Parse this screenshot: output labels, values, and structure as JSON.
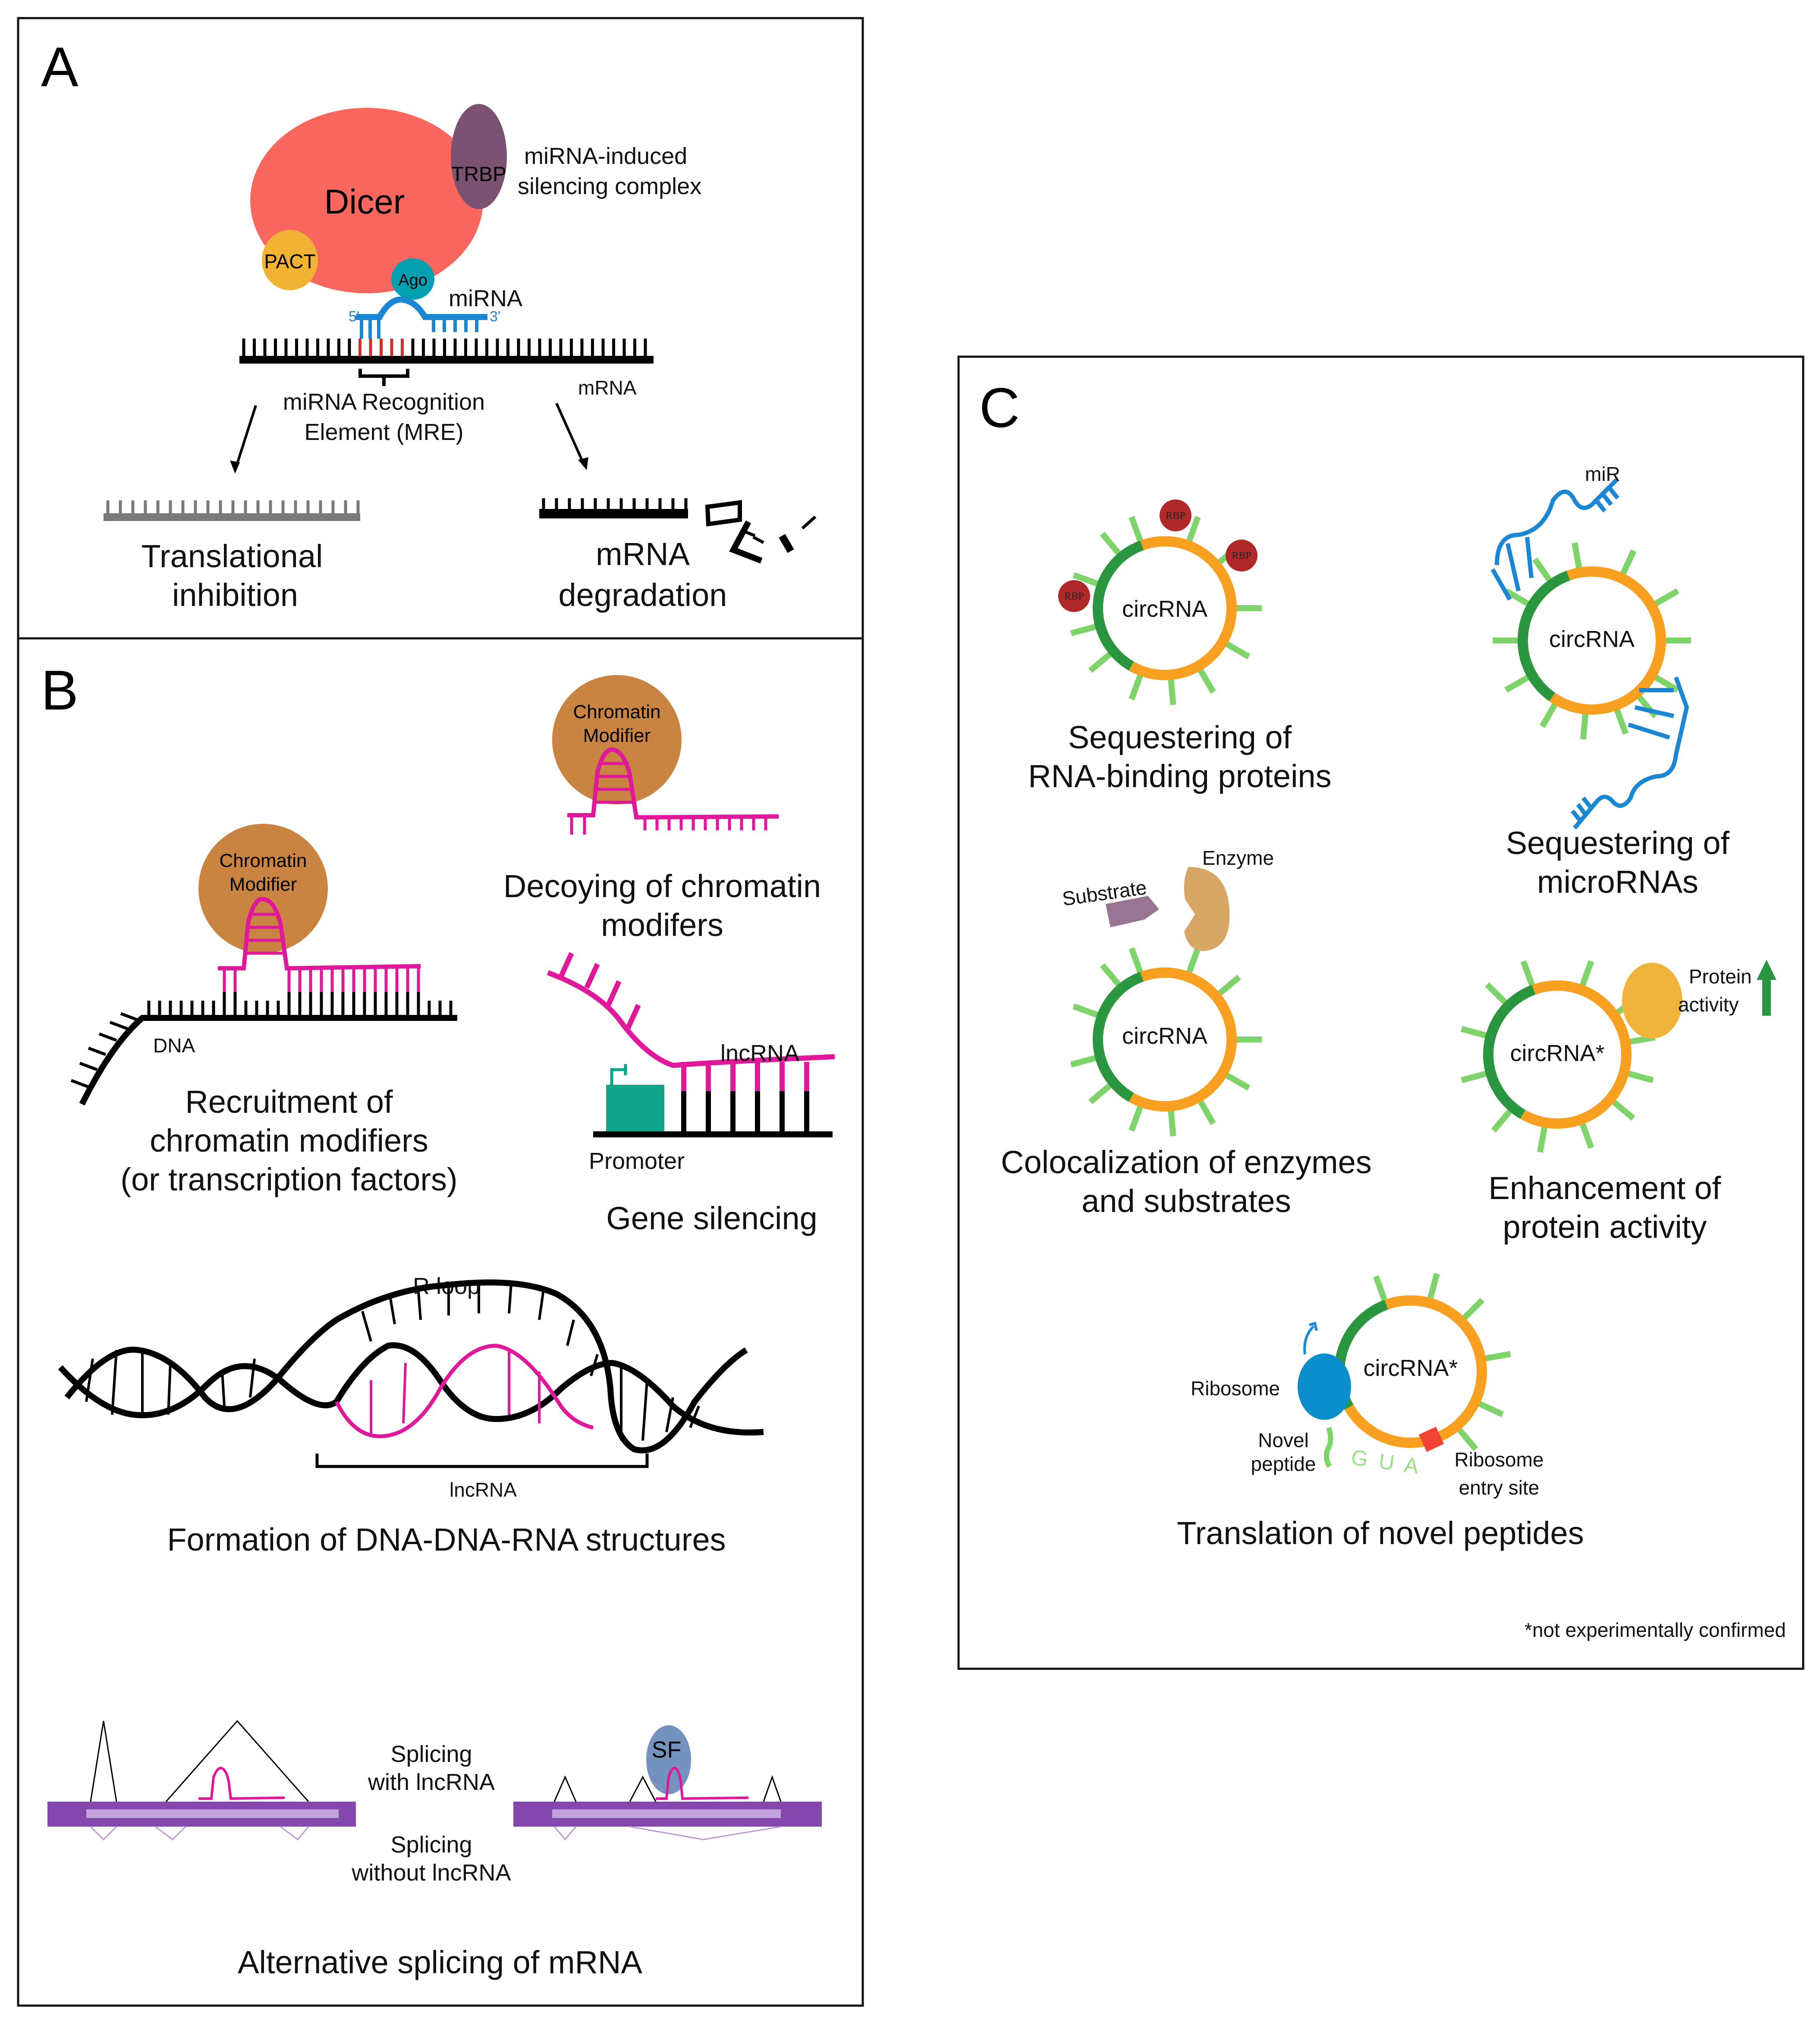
{
  "figure": {
    "panels": {
      "A": {
        "letter": "A",
        "proteins": {
          "dicer": "Dicer",
          "trbp": "TRBP",
          "pact": "PACT",
          "ago": "Ago"
        },
        "complex_label_line1": "miRNA-induced",
        "complex_label_line2": "silencing complex",
        "mirna_label": "miRNA",
        "five_prime": "5'",
        "three_prime": "3'",
        "mrna_label": "mRNA",
        "mre_line1": "miRNA Recognition",
        "mre_line2": "Element (MRE)",
        "outcome_left_line1": "Translational",
        "outcome_left_line2": "inhibition",
        "outcome_right_line1": "mRNA",
        "outcome_right_line2": "degradation"
      },
      "B": {
        "letter": "B",
        "chromatin_modifier_line1": "Chromatin",
        "chromatin_modifier_line2": "Modifier",
        "dna_label": "DNA",
        "recruitment_line1": "Recruitment of",
        "recruitment_line2": "chromatin modifiers",
        "recruitment_line3": "(or transcription factors)",
        "decoy_line1": "Decoying of chromatin",
        "decoy_line2": "modifers",
        "lncrna_label": "lncRNA",
        "promoter_label": "Promoter",
        "gene_silencing": "Gene silencing",
        "rloop_label": "R loop",
        "rloop_lncrna": "lncRNA",
        "formation_caption": "Formation of DNA-DNA-RNA structures",
        "splicing_with_line1": "Splicing",
        "splicing_with_line2": "with lncRNA",
        "splicing_without_line1": "Splicing",
        "splicing_without_line2": "without lncRNA",
        "sf_label": "SF",
        "alt_splicing_caption": "Alternative splicing of mRNA"
      },
      "C": {
        "letter": "C",
        "circrna": "circRNA",
        "circrna_star": "circRNA*",
        "rbp": "RBP",
        "mir": "miR",
        "seq_rbp_line1": "Sequestering of",
        "seq_rbp_line2": "RNA-binding proteins",
        "seq_mirna_line1": "Sequestering of",
        "seq_mirna_line2": "microRNAs",
        "enzyme": "Enzyme",
        "substrate": "Substrate",
        "coloc_line1": "Colocalization of enzymes",
        "coloc_line2": "and substrates",
        "protein_line1": "Protein",
        "protein_line2": "activity",
        "enh_line1": "Enhancement of",
        "enh_line2": "protein activity",
        "ribosome": "Ribosome",
        "novel_line1": "Novel",
        "novel_line2": "peptide",
        "codon": "G U A",
        "ires_line1": "Ribosome",
        "ires_line2": "entry site",
        "translation_caption": "Translation of novel peptides",
        "footnote": "*not experimentally confirmed"
      }
    },
    "colors": {
      "dicer": "#f9665e",
      "trbp": "#7b5272",
      "pact": "#f2b233",
      "ago": "#00a0b0",
      "mirna_blue": "#1b86d1",
      "mre_red": "#d0302a",
      "chromatin_modifier": "#c98442",
      "lncrna_pink": "#e0199a",
      "promoter_teal": "#10a488",
      "exon_purple": "#8347ad",
      "intron_lilac": "#c1a2dc",
      "sf_blue": "#7393be",
      "circ_orange": "#f9a020",
      "circ_dark_green": "#2a9640",
      "spoke_light_green": "#7ed36a",
      "rbp_red": "#b02828",
      "enzyme_tan": "#d7a564",
      "substrate_mauve": "#9a7593",
      "protein_yellow": "#f0b43c",
      "ribosome_blue": "#0a8fcc",
      "ires_red": "#f24434"
    }
  }
}
